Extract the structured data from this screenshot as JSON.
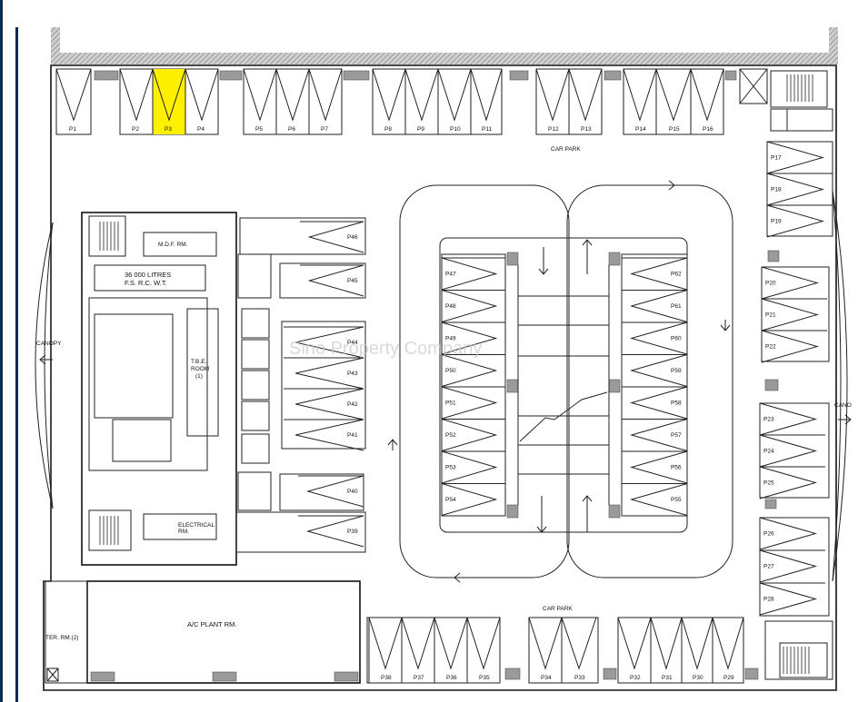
{
  "labels": {
    "car_park_top": "CAR PARK",
    "car_park_bottom": "CAR PARK",
    "mdf_room": "M.D.F. RM.",
    "tank_line1": "36 000 LITRES",
    "tank_line2": "F.S. R.C. W.T.",
    "tbe_line1": "T.B.E.",
    "tbe_line2": "ROOM",
    "tbe_line3": "(1)",
    "canopy_left": "CANOPY",
    "canopy_right": "CANO",
    "electrical_line1": "ELECTRICAL",
    "electrical_line2": "RM.",
    "ac_plant": "A/C PLANT RM.",
    "ter_room": "TER. RM.(2)",
    "watermark": "Sino Property Company"
  },
  "colors": {
    "highlight": "#ffef00",
    "line": "#222222",
    "wall_hatch": "#a8a8a8",
    "column": "#9a9a9a",
    "frame": "#0b2a55"
  },
  "highlighted_space": "P3",
  "spaces": {
    "top": [
      "P1",
      "P2",
      "P3",
      "P4",
      "P5",
      "P6",
      "P7",
      "P8",
      "P9",
      "P10",
      "P11",
      "P12",
      "P13",
      "P14",
      "P15",
      "P16"
    ],
    "right": [
      "P17",
      "P18",
      "P19",
      "P20",
      "P21",
      "P22",
      "P23",
      "P24",
      "P25",
      "P26",
      "P27",
      "P28"
    ],
    "bottom": [
      "P29",
      "P30",
      "P31",
      "P32",
      "P33",
      "P34",
      "P35",
      "P36",
      "P37",
      "P38"
    ],
    "middle_left": [
      "P39",
      "P40",
      "P41",
      "P42",
      "P43",
      "P44",
      "P45",
      "P46"
    ],
    "island_left": [
      "P47",
      "P48",
      "P49",
      "P50",
      "P51",
      "P52",
      "P53",
      "P54"
    ],
    "island_right": [
      "P55",
      "P56",
      "P57",
      "P58",
      "P59",
      "P60",
      "P61",
      "P62"
    ]
  }
}
